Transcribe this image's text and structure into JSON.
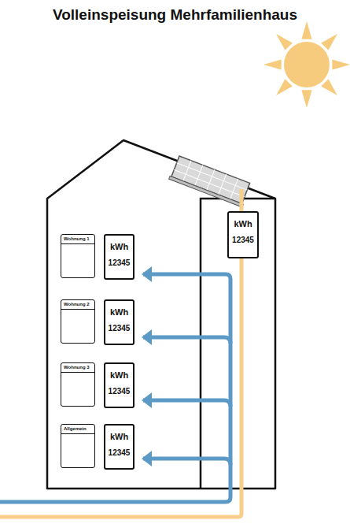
{
  "diagram": {
    "title": "Volleinspeisung Mehrfamilienhaus",
    "nodes": [
      {
        "text": [
          "kWh",
          "12345"
        ]
      },
      {
        "text": [
          "Wohnung 1"
        ]
      },
      {
        "text": [
          "kWh",
          "12345"
        ]
      },
      {
        "text": [
          "Wohnung 2"
        ]
      },
      {
        "text": [
          "kWh",
          "12345"
        ]
      },
      {
        "text": [
          "Wohnung 3"
        ]
      },
      {
        "text": [
          "kWh",
          "12345"
        ]
      },
      {
        "text": [
          "Allgemein"
        ]
      },
      {
        "text": [
          "kWh",
          "12345"
        ]
      }
    ]
  }
}
